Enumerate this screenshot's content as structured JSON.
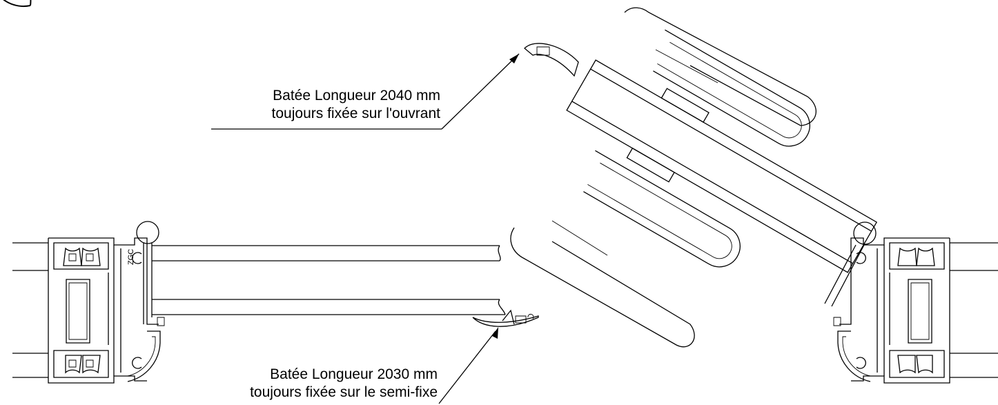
{
  "annotations": {
    "top": {
      "line1": "Batée Longueur 2040 mm",
      "line2": "toujours fixée sur l'ouvrant"
    },
    "bottom": {
      "line1": "Batée Longueur 2030 mm",
      "line2": "toujours fixée sur le semi-fixe"
    }
  },
  "colors": {
    "stroke": "#000000",
    "background": "#ffffff"
  }
}
